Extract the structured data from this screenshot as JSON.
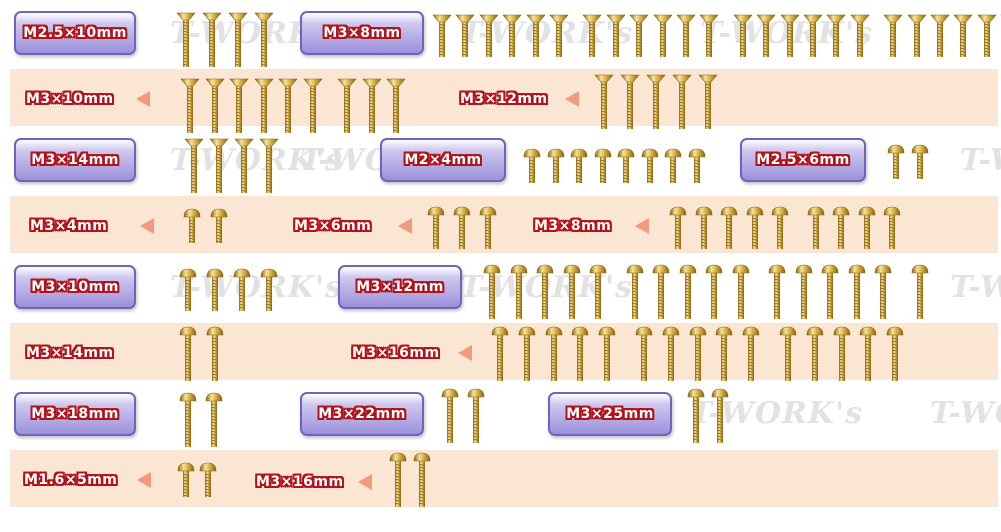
{
  "watermark": "T-WORK's",
  "colors": {
    "band": "#fbe6d4",
    "badge_border": "#6f63bd",
    "label_outline": "#b3121a",
    "arrow": "#f29a7d",
    "gold_light": "#f6e39a",
    "gold_dark": "#8a6412"
  },
  "rows": [
    {
      "groups": [
        {
          "label": "M2.5×10mm",
          "style": "badge",
          "head": "flat",
          "count": 4,
          "length": "long"
        },
        {
          "label": "M3×8mm",
          "style": "badge",
          "head": "flat",
          "count": 24,
          "length": "medium"
        }
      ]
    },
    {
      "groups": [
        {
          "label": "M3×10mm",
          "style": "arrow",
          "head": "flat",
          "count": 9,
          "length": "long"
        },
        {
          "label": "M3×12mm",
          "style": "arrow",
          "head": "flat",
          "count": 5,
          "length": "long"
        }
      ]
    },
    {
      "groups": [
        {
          "label": "M3×14mm",
          "style": "badge",
          "head": "flat",
          "count": 4,
          "length": "long"
        },
        {
          "label": "M2×4mm",
          "style": "badge",
          "head": "button",
          "count": 8,
          "length": "short"
        },
        {
          "label": "M2.5×6mm",
          "style": "badge",
          "head": "button",
          "count": 2,
          "length": "short"
        }
      ]
    },
    {
      "groups": [
        {
          "label": "M3×4mm",
          "style": "arrow",
          "head": "button",
          "count": 2,
          "length": "short"
        },
        {
          "label": "M3×6mm",
          "style": "arrow",
          "head": "button",
          "count": 3,
          "length": "medium"
        },
        {
          "label": "M3×8mm",
          "style": "arrow",
          "head": "button",
          "count": 9,
          "length": "medium"
        }
      ]
    },
    {
      "groups": [
        {
          "label": "M3×10mm",
          "style": "badge",
          "head": "button",
          "count": 4,
          "length": "medium"
        },
        {
          "label": "M3×12mm",
          "style": "badge",
          "head": "button",
          "count": 16,
          "length": "long"
        }
      ]
    },
    {
      "groups": [
        {
          "label": "M3×14mm",
          "style": "plain",
          "head": "button",
          "count": 2,
          "length": "long"
        },
        {
          "label": "M3×16mm",
          "style": "arrow",
          "head": "button",
          "count": 15,
          "length": "long"
        }
      ]
    },
    {
      "groups": [
        {
          "label": "M3×18mm",
          "style": "badge",
          "head": "button",
          "count": 2,
          "length": "long"
        },
        {
          "label": "M3×22mm",
          "style": "badge",
          "head": "button",
          "count": 2,
          "length": "long"
        },
        {
          "label": "M3×25mm",
          "style": "badge",
          "head": "button",
          "count": 2,
          "length": "long"
        }
      ]
    },
    {
      "groups": [
        {
          "label": "M1.6×5mm",
          "style": "arrow",
          "head": "button",
          "count": 2,
          "length": "short"
        },
        {
          "label": "M3×16mm",
          "style": "arrow",
          "head": "button",
          "count": 2,
          "length": "long"
        }
      ]
    }
  ]
}
